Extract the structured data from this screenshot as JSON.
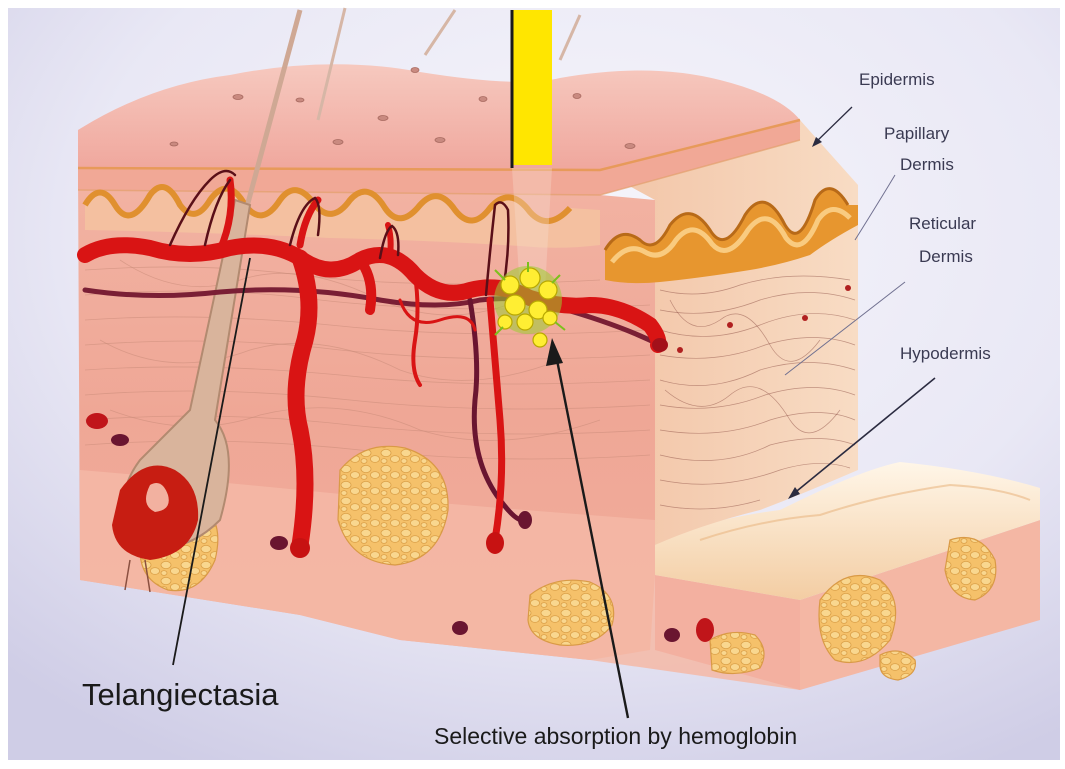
{
  "labels": {
    "epidermis": "Epidermis",
    "papillary_1": "Papillary",
    "papillary_2": "Dermis",
    "reticular_1": "Reticular",
    "reticular_2": "Dermis",
    "hypodermis": "Hypodermis",
    "telangiectasia": "Telangiectasia",
    "absorption": "Selective absorption by hemoglobin"
  },
  "colors": {
    "background": "#e6e6f4",
    "skin": "#f3b3a4",
    "epidermis": "#f4c0b6",
    "vessel": "#d81414",
    "laser_beam": "#ffe600",
    "fat": "#f2c063",
    "papillae": "#e9932e"
  },
  "icons": [
    "laser-beam",
    "hair-follicle",
    "blood-vessels",
    "fat-lobules",
    "hemoglobin-target"
  ]
}
